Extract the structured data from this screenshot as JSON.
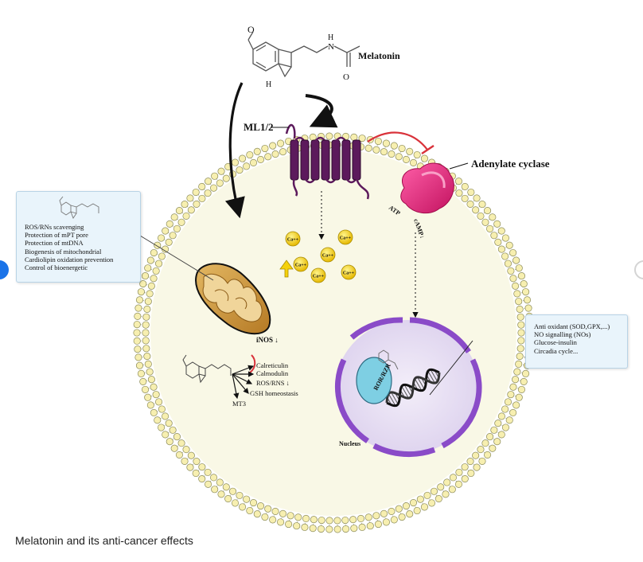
{
  "labels": {
    "melatonin": "Melatonin",
    "receptor": "ML1/2",
    "adenylate_cyclase": "Adenylate cyclase",
    "atp": "ATP",
    "camp": "cAMP↓",
    "calcium": "Ca++",
    "inos": "iNOS ↓",
    "nucleus": "Nucleus",
    "ror_rzr": "ROR/RZR",
    "molecule_o": "O",
    "molecule_n": "N",
    "molecule_h": "H",
    "molecule_nh": "NH"
  },
  "mito_box": {
    "lines": [
      "ROS/RNs scavenging",
      "Protection of mPT pore",
      "Protection of mtDNA",
      "Biogenesis of mitochondrial",
      "Cardiolipin oxidation prevention",
      "Control of bioenergetic"
    ]
  },
  "nucleus_box": {
    "lines": [
      "Anti oxidant (SOD,GPX,...)",
      "NO signalling (NOs)",
      "Glucose-insulin",
      "Circadia cycle..."
    ]
  },
  "targets": [
    "Calreticulin",
    "Calmodulin",
    "ROS/RNS ↓",
    "GSH homeostasis",
    "MT3"
  ],
  "caption": "Melatonin and its anti-cancer effects",
  "colors": {
    "membrane_bead": "#f7efb0",
    "cytoplasm": "#f9f8e6",
    "receptor": "#5c1a5c",
    "adenylate_cyclase": "#e8287f",
    "nucleus_envelope": "#8a4bc8",
    "nucleus_interior": "#e5dff2",
    "calcium_ion": "#f5d10a",
    "mitochondrion": "#d4a24c",
    "ror_rzr": "#7ecfe3",
    "inhibition": "#d9323a",
    "info_box": "#e9f4fb"
  }
}
